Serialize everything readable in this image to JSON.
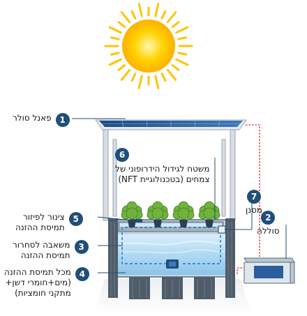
{
  "callouts": [
    {
      "num": "1",
      "text": "פאנל סולר"
    },
    {
      "num": "2",
      "text": "סוללה"
    },
    {
      "num": "3",
      "line1": "משאבה לסחרור",
      "line2": "תמיסת ההזנה"
    },
    {
      "num": "4",
      "line1": "מכל תמיסת ההזנה",
      "line2": "(מים+חומרי דשן+",
      "line3": "מתקני חומציות)"
    },
    {
      "num": "5",
      "line1": "צינור לפיזור",
      "line2": "תמיסת ההזנה"
    },
    {
      "num": "6",
      "line1": "משטח לגידול הידרופוני של",
      "line2": "צמחים (בטכנולוגיית NFT)"
    },
    {
      "num": "7",
      "text": "מסנן"
    }
  ],
  "colors": {
    "badge": "#1f4e79",
    "sun_core": "#ffd200",
    "water": "#b7dcf5",
    "panel": "#2c5d9c",
    "post": "#5a6a78",
    "plant": "#6fb33d",
    "wire": "#d9262c"
  }
}
